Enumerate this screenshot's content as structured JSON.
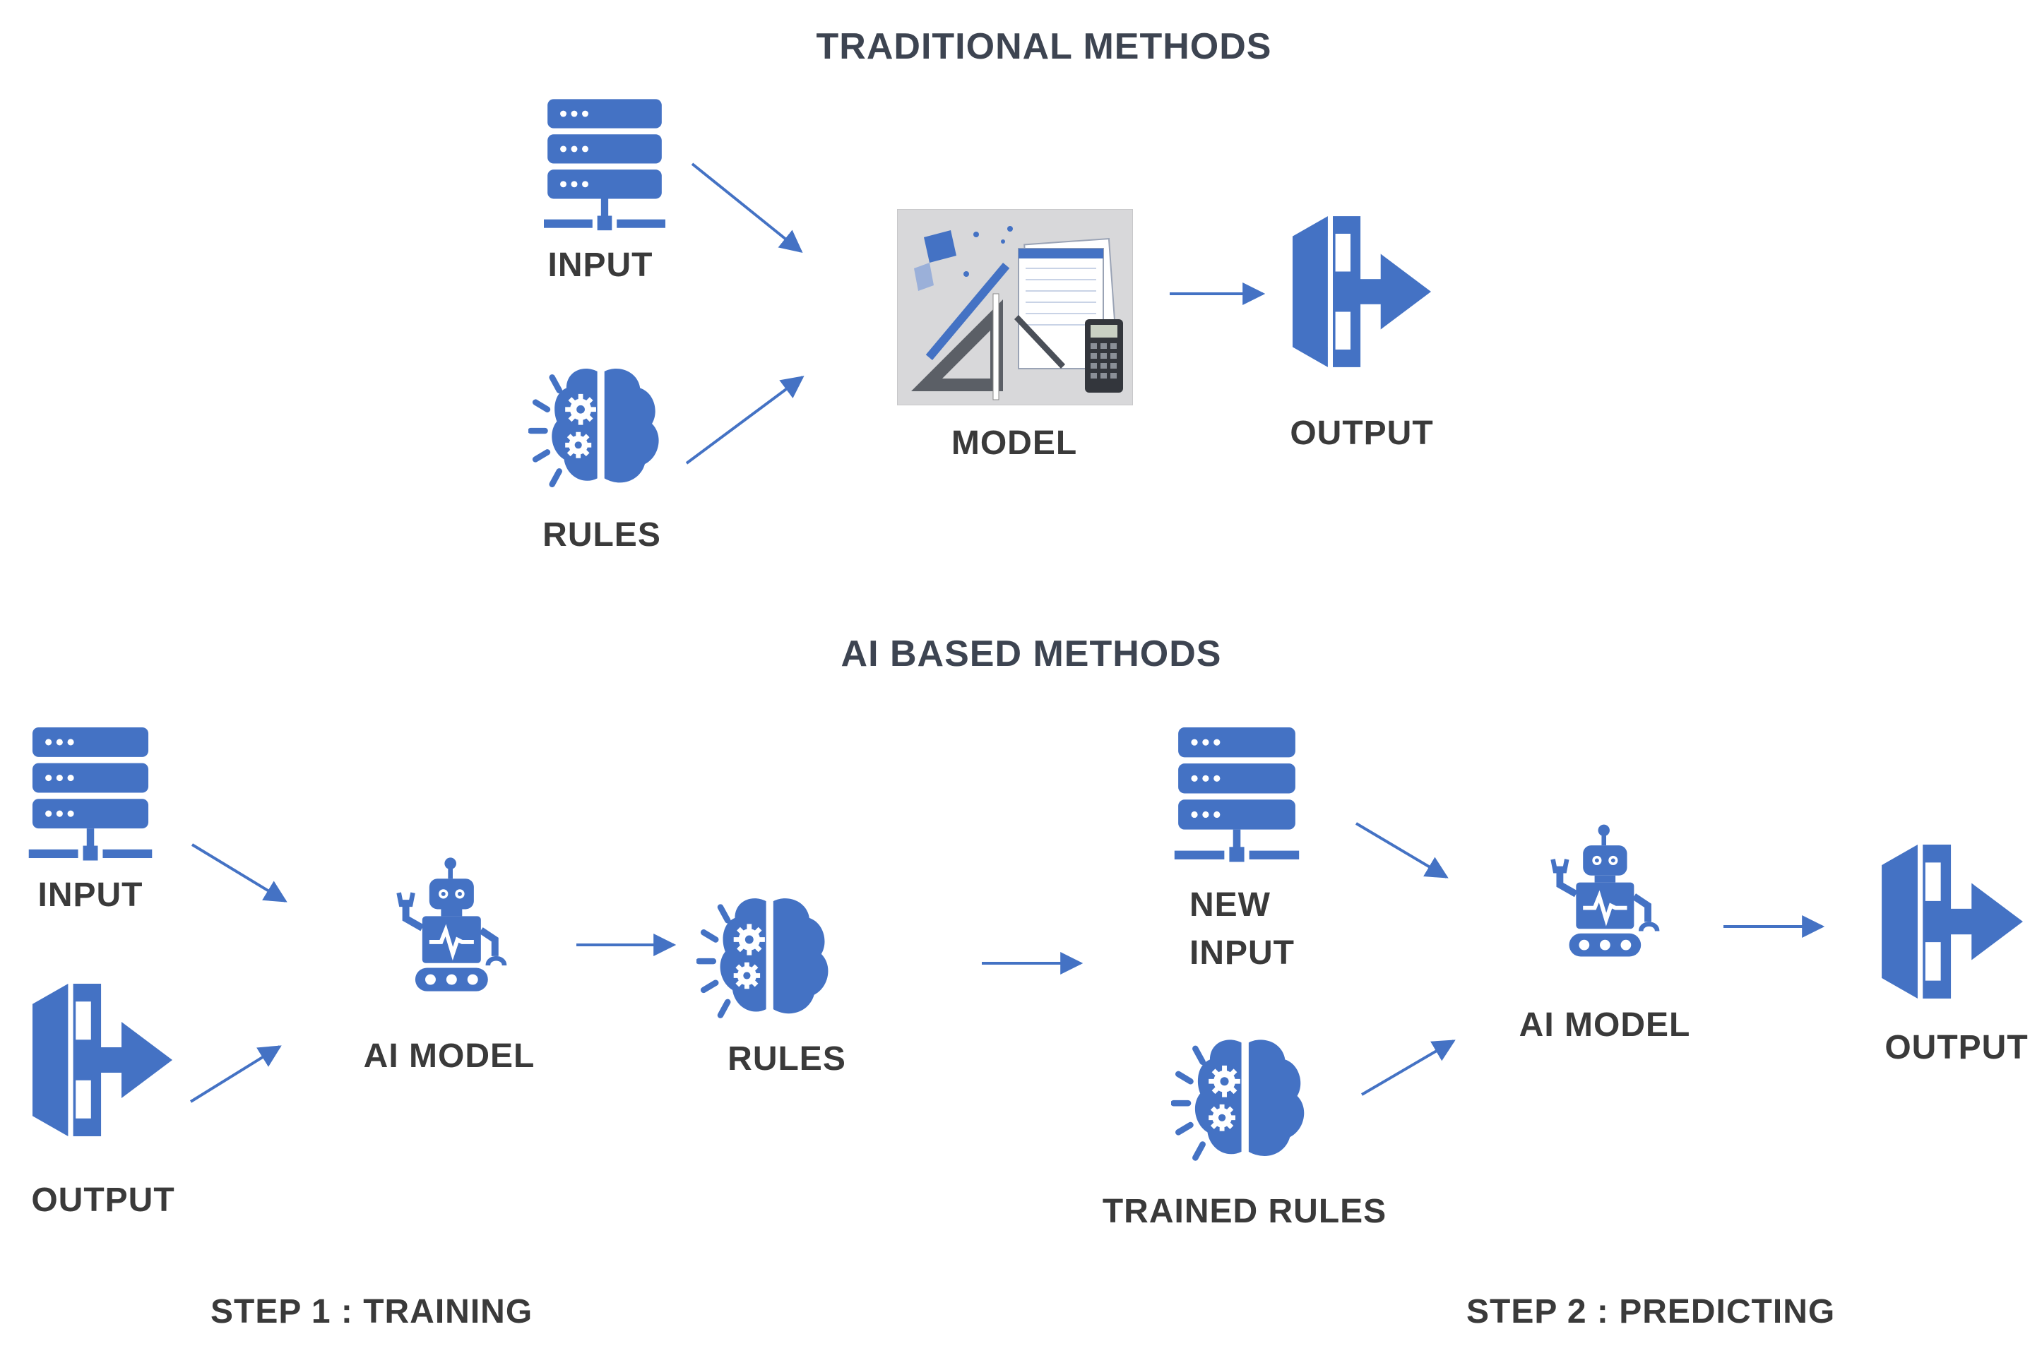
{
  "colors": {
    "accent": "#4472c4",
    "text": "#3a3a3a"
  },
  "traditional": {
    "title": "TRADITIONAL  METHODS",
    "input_label": "INPUT",
    "rules_label": "RULES",
    "model_label": "MODEL",
    "output_label": "OUTPUT",
    "icons": [
      "database-server-icon",
      "brain-gears-icon",
      "model-tools-image",
      "output-exit-icon"
    ]
  },
  "ai": {
    "title": "AI BASED METHODS",
    "training": {
      "input_label": "INPUT",
      "output_label": "OUTPUT",
      "ai_model_label": "AI MODEL",
      "rules_label": "RULES",
      "step_label": "STEP 1 :   TRAINING"
    },
    "predicting": {
      "new_input_label_1": "NEW",
      "new_input_label_2": "INPUT",
      "trained_rules_label": "TRAINED RULES",
      "ai_model_label": "AI MODEL",
      "output_label": "OUTPUT",
      "step_label": "STEP 2  : PREDICTING"
    },
    "icons": [
      "database-server-icon",
      "output-exit-icon",
      "robot-icon",
      "brain-gears-icon"
    ]
  }
}
